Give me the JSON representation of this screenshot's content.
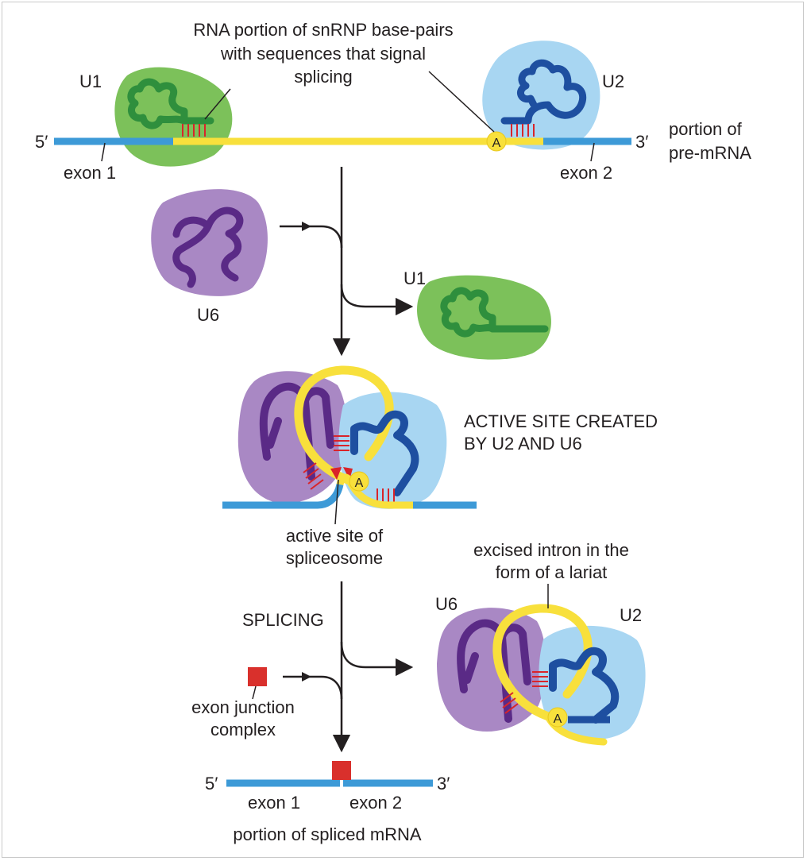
{
  "colors": {
    "exon": "#3d9ad7",
    "intron": "#f8e03c",
    "u1_blob": "#7cc15a",
    "u1_rna": "#2f8f3d",
    "u2_blob": "#a8d6f2",
    "u2_rna": "#1e4fa0",
    "u6_blob": "#a988c4",
    "u6_rna": "#5a2a86",
    "base_pair": "#d9242a",
    "ejc": "#d9302c",
    "arrow": "#231f20"
  },
  "labels": {
    "snrnp_note": [
      "RNA portion of snRNP base-pairs",
      "with sequences that signal",
      "splicing"
    ],
    "u1_top": "U1",
    "u2_top": "U2",
    "five_prime_top": "5′",
    "three_prime_top": "3′",
    "exon1_top": "exon 1",
    "exon2_top": "exon 2",
    "pre_mrna": [
      "portion of",
      "pre-mRNA"
    ],
    "u6_mid": "U6",
    "u1_released": "U1",
    "active_site_created": [
      "ACTIVE SITE CREATED",
      "BY U2 AND U6"
    ],
    "active_site_spliceosome": [
      "active site of",
      "spliceosome"
    ],
    "excised_intron": [
      "excised intron in the",
      "form of a lariat"
    ],
    "u6_bottom": "U6",
    "u2_bottom": "U2",
    "splicing": "SPLICING",
    "ejc": [
      "exon junction",
      "complex"
    ],
    "five_prime_bottom": "5′",
    "three_prime_bottom": "3′",
    "exon1_bottom": "exon 1",
    "exon2_bottom": "exon 2",
    "spliced_mrna": "portion of spliced mRNA",
    "branch_a": "A"
  }
}
